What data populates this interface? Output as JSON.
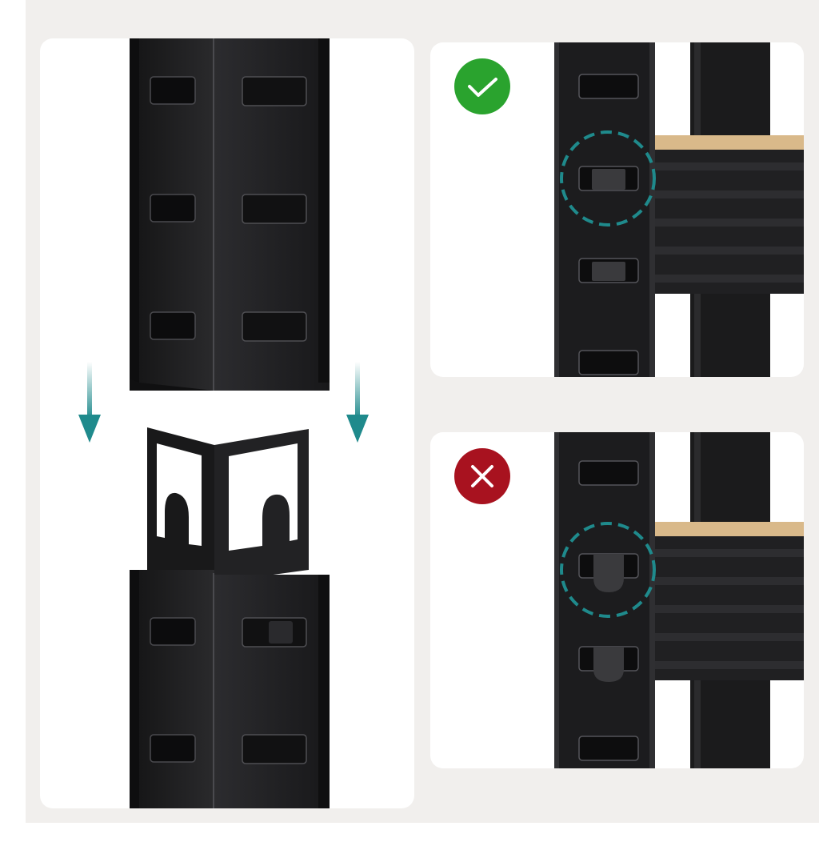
{
  "colors": {
    "background": "#f1efed",
    "card": "#ffffff",
    "metal": "#1f1f21",
    "metal_light": "#3a3a3d",
    "accent_teal": "#1f8a8c",
    "correct_green": "#2aa32e",
    "wrong_red": "#a8121f",
    "particle_board": "#d9b98a"
  },
  "icons": {
    "correct": "checkmark-icon",
    "wrong": "cross-icon",
    "direction": "arrow-down-icon"
  },
  "panels": [
    {
      "id": "assembly",
      "depicts": "upright-post-connector"
    },
    {
      "id": "correct",
      "depicts": "beam-hook-fully-seated"
    },
    {
      "id": "incorrect",
      "depicts": "beam-hook-not-seated"
    }
  ]
}
